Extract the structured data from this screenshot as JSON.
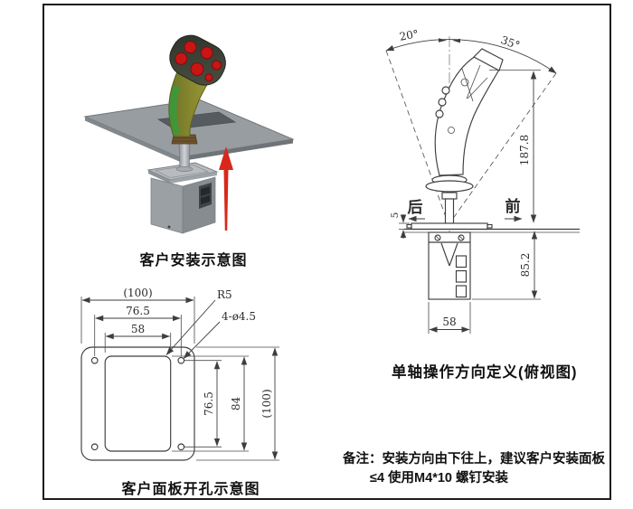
{
  "install_figure": {
    "caption": "客户安装示意图"
  },
  "direction_figure": {
    "caption": "单轴操作方向定义(俯视图)",
    "angle_left": "20°",
    "angle_right": "35°",
    "dim_height": "187.8",
    "dim_body_height": "85.2",
    "dim_base_width": "58",
    "dim_flange_offset": "5",
    "label_back": "后",
    "label_front": "前"
  },
  "cutout_figure": {
    "caption": "客户面板开孔示意图",
    "dim_outer_width": "(100)",
    "dim_hole_span_width": "76.5",
    "dim_cutout_width": "58",
    "label_corner_radius": "R5",
    "label_mounting_holes": "4-ø4.5",
    "dim_hole_span_height": "76.5",
    "dim_cutout_height": "84",
    "dim_outer_height": "(100)"
  },
  "notes": {
    "line1": "备注：安装方向由下往上，建议客户安装面板",
    "line2": "≤4 使用M4*10 螺钉安装"
  },
  "colors": {
    "arrow_red": "#d8281b",
    "button_red": "#c91515",
    "grip_olive": "#7f7e2a",
    "stripe_green": "#3a9a3c",
    "head_dark": "#3a3f35",
    "panel_gray": "#989da1",
    "line_ink": "#3e3e3e"
  }
}
